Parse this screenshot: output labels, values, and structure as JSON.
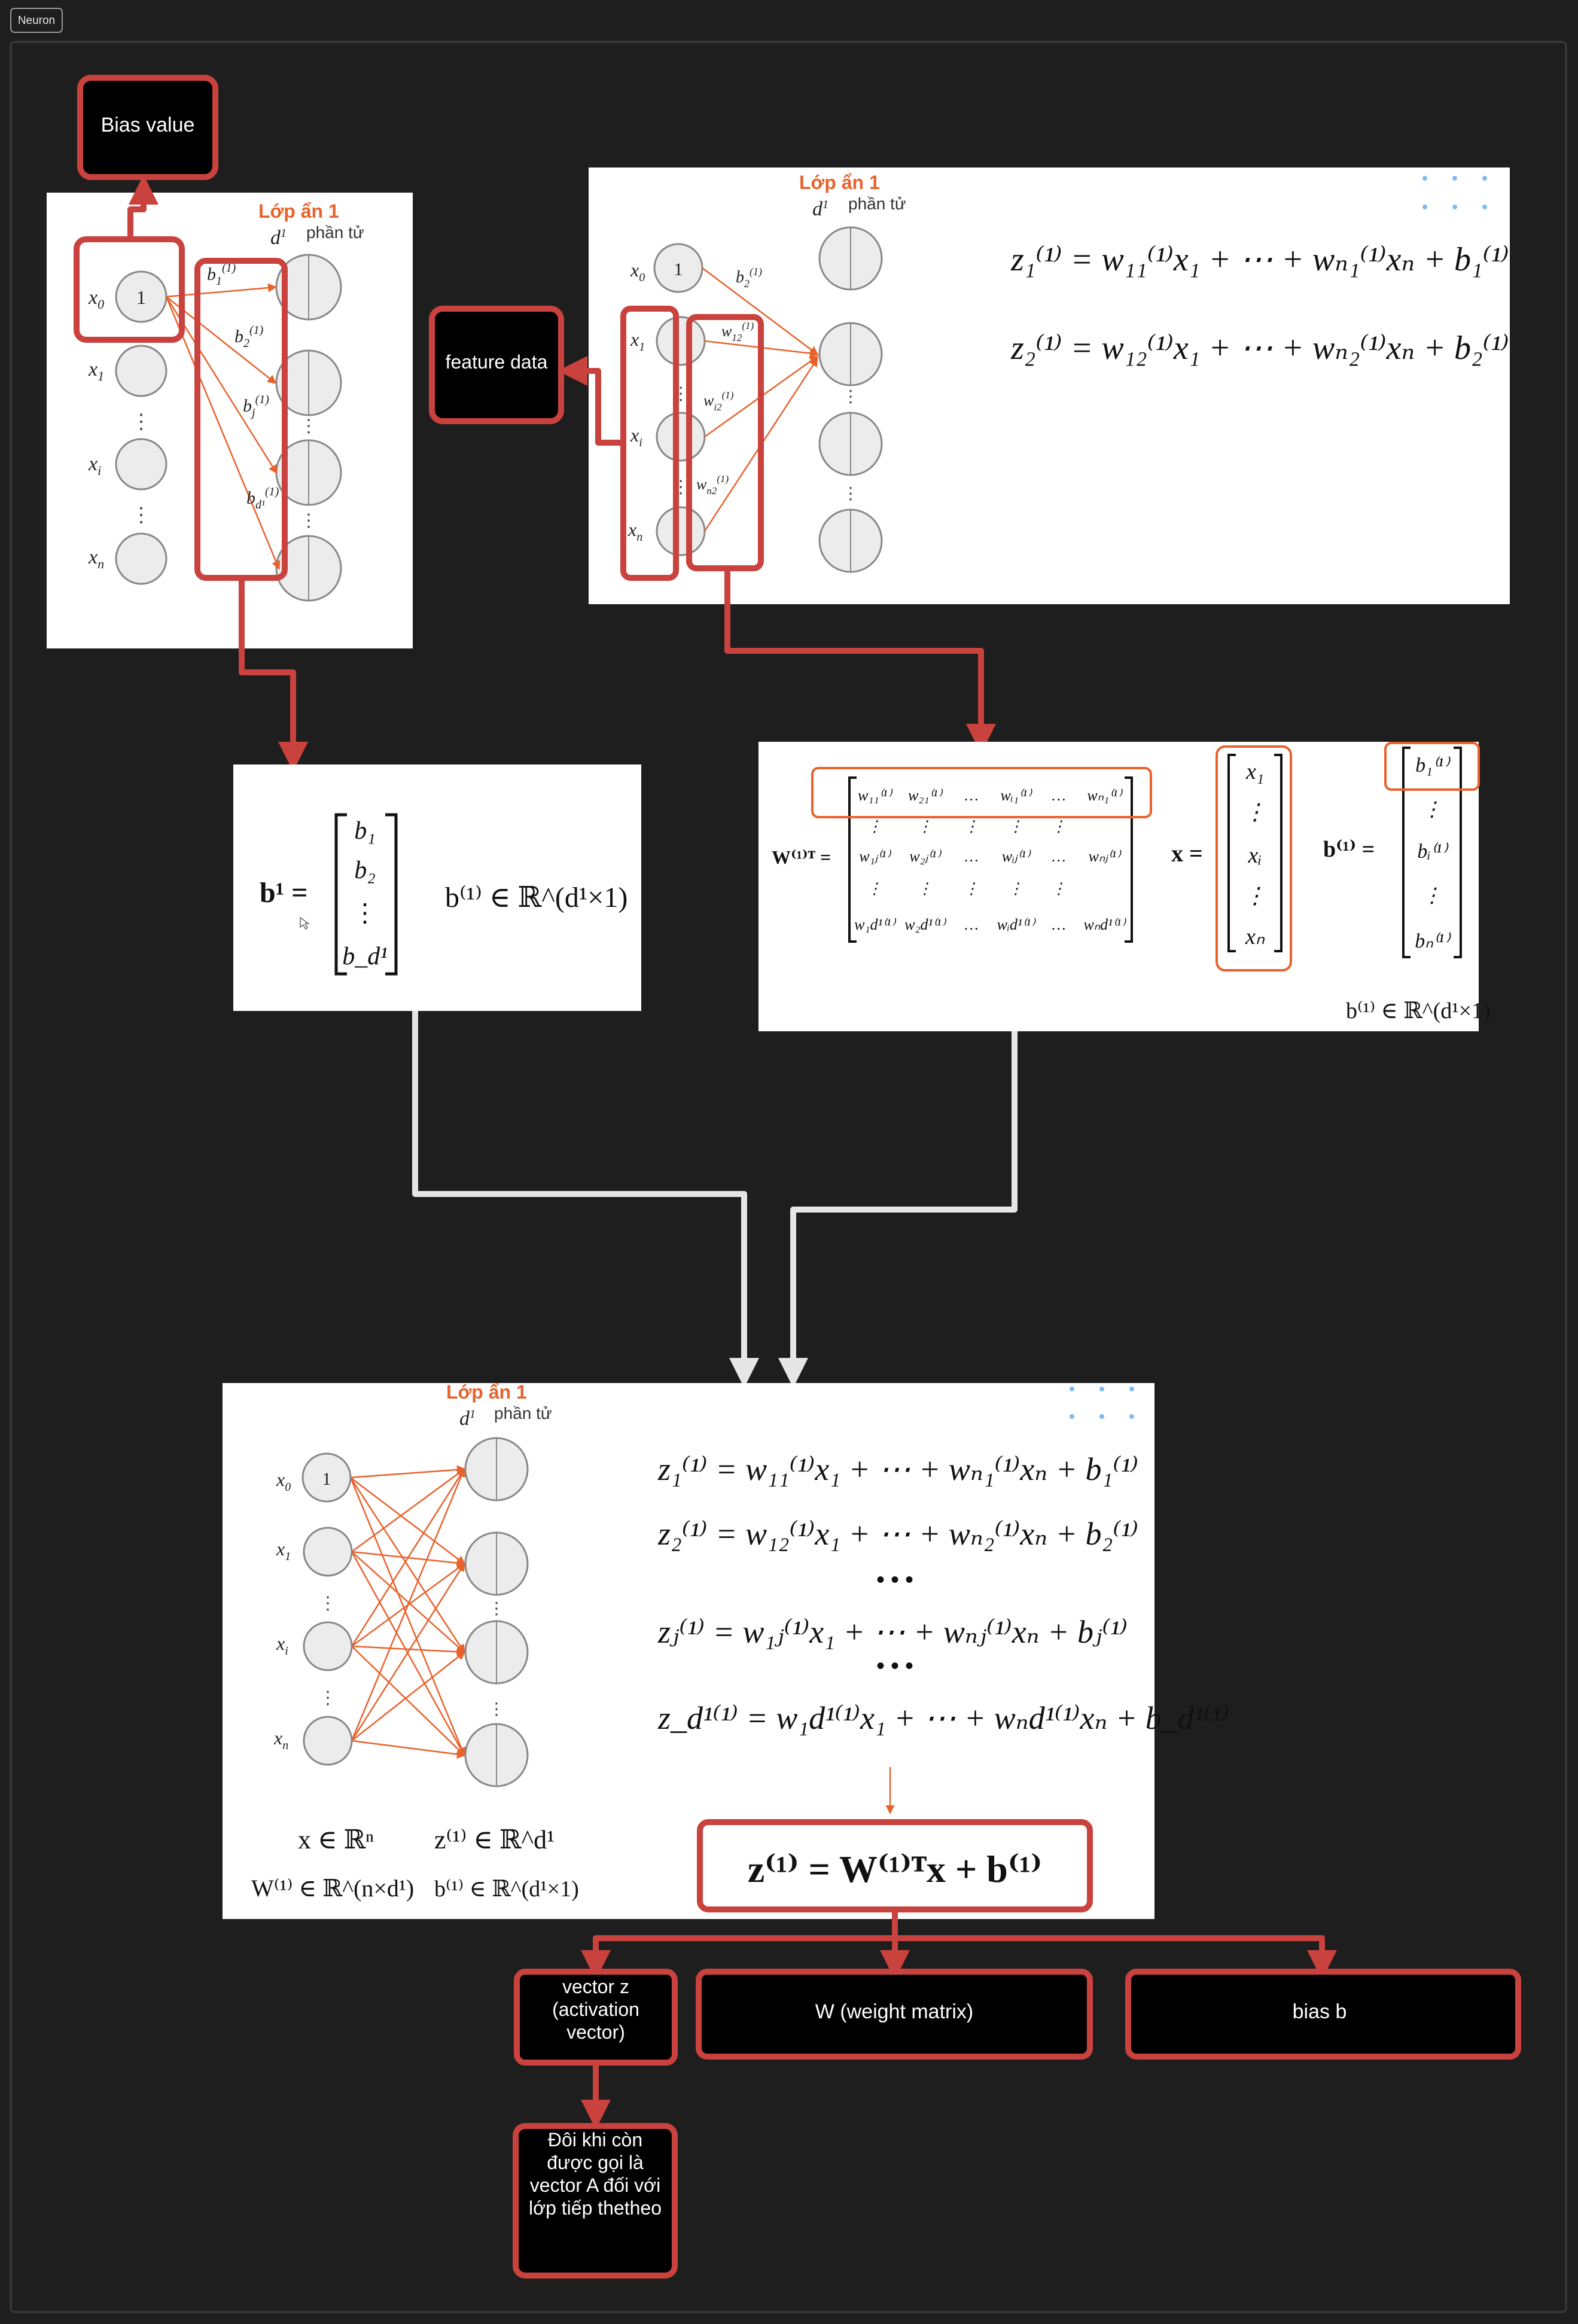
{
  "frame": {
    "label": "Neuron"
  },
  "colors": {
    "canvas_bg": "#1e1e1e",
    "box_stroke": "#c9423e",
    "accent_orange": "#e8622c",
    "panel_bg": "#ffffff",
    "node_fill": "#ececec",
    "connector_light": "#e6e6e6",
    "selection_dots": "#7dbbf0"
  },
  "annotations": {
    "bias_value": "Bias value",
    "feature_data": "feature data",
    "vector_z": [
      "vector z",
      "(activation",
      "vector)"
    ],
    "w_matrix": "W (weight matrix)",
    "bias_b": "bias b",
    "note": [
      "Đôi khi còn",
      "được gọi là",
      "vector A đối với",
      "lớp tiếp thetheo"
    ]
  },
  "layer": {
    "title": "Lớp ẩn 1",
    "units_symbol": "d",
    "units_sup": "1",
    "units_text": "phần tử"
  },
  "panel_top_left": {
    "inputs": [
      {
        "name": "x",
        "sub": "0"
      },
      {
        "name": "x",
        "sub": "1"
      },
      {
        "name": "x",
        "sub": "i"
      },
      {
        "name": "x",
        "sub": "n"
      }
    ],
    "bias_node_value": "1",
    "bias_labels": [
      {
        "sym": "b",
        "sub": "1",
        "sup": "(1)"
      },
      {
        "sym": "b",
        "sub": "2",
        "sup": "(1)"
      },
      {
        "sym": "b",
        "sub": "j",
        "sup": "(1)"
      },
      {
        "sym": "b",
        "sub": "d¹",
        "sup": "(1)"
      }
    ],
    "vdots": "⋮"
  },
  "panel_top_right": {
    "inputs": [
      {
        "name": "x",
        "sub": "0"
      },
      {
        "name": "x",
        "sub": "1"
      },
      {
        "name": "x",
        "sub": "i"
      },
      {
        "name": "x",
        "sub": "n"
      }
    ],
    "bias_node_value": "1",
    "bias_label": {
      "sym": "b",
      "sub": "2",
      "sup": "(1)"
    },
    "weight_labels": [
      {
        "sym": "w",
        "sub": "12",
        "sup": "(1)"
      },
      {
        "sym": "w",
        "sub": "i2",
        "sup": "(1)"
      },
      {
        "sym": "w",
        "sub": "n2",
        "sup": "(1)"
      }
    ],
    "equations": [
      "z₁⁽¹⁾ = w₁₁⁽¹⁾x₁ + ⋯ + wₙ₁⁽¹⁾xₙ + b₁⁽¹⁾",
      "z₂⁽¹⁾ = w₁₂⁽¹⁾x₁ + ⋯ + wₙ₂⁽¹⁾xₙ + b₂⁽¹⁾"
    ]
  },
  "panel_bias_vector": {
    "lhs": "b¹ =",
    "entries": [
      "b₁",
      "b₂",
      "⋮",
      "b_d¹"
    ],
    "domain": "b⁽¹⁾ ∈ ℝ^(d¹×1)"
  },
  "panel_matrix": {
    "w_label": "W⁽¹⁾ᵀ =",
    "rows": [
      [
        "w₁₁⁽¹⁾",
        "w₂₁⁽¹⁾",
        "…",
        "wᵢ₁⁽¹⁾",
        "…",
        "wₙ₁⁽¹⁾"
      ],
      [
        "⋮",
        "⋮",
        "⋮",
        "⋮",
        "⋮",
        ""
      ],
      [
        "w₁ⱼ⁽¹⁾",
        "w₂ⱼ⁽¹⁾",
        "…",
        "wᵢⱼ⁽¹⁾",
        "…",
        "wₙⱼ⁽¹⁾"
      ],
      [
        "⋮",
        "⋮",
        "⋮",
        "⋮",
        "⋮",
        ""
      ],
      [
        "w₁d¹⁽¹⁾",
        "w₂d¹⁽¹⁾",
        "…",
        "wᵢd¹⁽¹⁾",
        "…",
        "wₙd¹⁽¹⁾"
      ]
    ],
    "x_label": "x =",
    "x_entries": [
      "x₁",
      "⋮",
      "xᵢ",
      "⋮",
      "xₙ"
    ],
    "b_label": "b⁽¹⁾ =",
    "b_entries": [
      "b₁⁽¹⁾",
      "⋮",
      "bᵢ⁽¹⁾",
      "⋮",
      "bₙ⁽¹⁾"
    ],
    "b_domain": "b⁽¹⁾ ∈ ℝ^(d¹×1)"
  },
  "panel_bottom": {
    "inputs": [
      {
        "name": "x",
        "sub": "0"
      },
      {
        "name": "x",
        "sub": "1"
      },
      {
        "name": "x",
        "sub": "i"
      },
      {
        "name": "x",
        "sub": "n"
      }
    ],
    "bias_node_value": "1",
    "equations": [
      "z₁⁽¹⁾ = w₁₁⁽¹⁾x₁ + ⋯ + wₙ₁⁽¹⁾xₙ + b₁⁽¹⁾",
      "z₂⁽¹⁾ = w₁₂⁽¹⁾x₁ + ⋯ + wₙ₂⁽¹⁾xₙ + b₂⁽¹⁾",
      "• • •",
      "zⱼ⁽¹⁾ = w₁ⱼ⁽¹⁾x₁ + ⋯ + wₙⱼ⁽¹⁾xₙ + bⱼ⁽¹⁾",
      "• • •",
      "z_d¹⁽¹⁾ = w₁d¹⁽¹⁾x₁ + ⋯ + wₙd¹⁽¹⁾xₙ + b_d¹⁽¹⁾"
    ],
    "domains": {
      "x": "x ∈ ℝⁿ",
      "z": "z⁽¹⁾ ∈ ℝ^d¹",
      "W": "W⁽¹⁾ ∈ ℝ^(n×d¹)",
      "b": "b⁽¹⁾ ∈ ℝ^(d¹×1)"
    },
    "result": "z⁽¹⁾ = W⁽¹⁾ᵀx + b⁽¹⁾"
  }
}
